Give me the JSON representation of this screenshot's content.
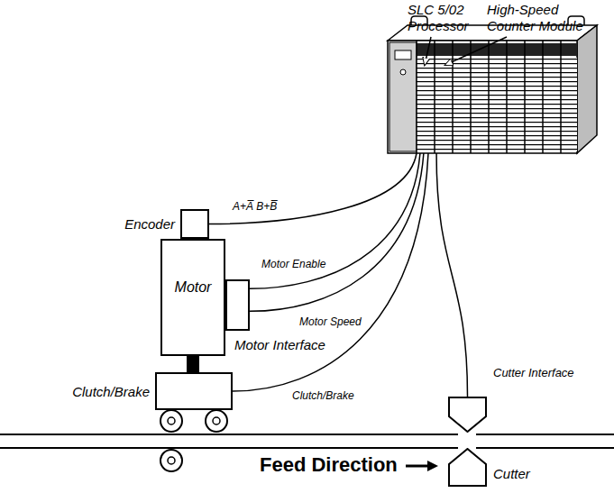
{
  "diagram": {
    "nodes": [
      {
        "text": [
          "SLC 5/02 Processor",
          "High-Speed Counter Module"
        ]
      },
      {
        "text": [
          "Encoder"
        ]
      },
      {
        "text": [
          "Motor"
        ]
      },
      {
        "text": [
          "Motor Interface"
        ]
      },
      {
        "text": [
          "Clutch/Brake"
        ]
      },
      {
        "text": [
          "Cutter Interface"
        ]
      },
      {
        "text": [
          "Cutter"
        ]
      }
    ],
    "edges": [
      {
        "from": 0,
        "to": 1,
        "arrow": "none",
        "label": "A+A̅ B+B̅"
      },
      {
        "from": 0,
        "to": 3,
        "arrow": "none",
        "label": "Motor Enable"
      },
      {
        "from": 0,
        "to": 3,
        "arrow": "none",
        "label": "Motor Speed"
      },
      {
        "from": 0,
        "to": 4,
        "arrow": "none",
        "label": "Clutch/Brake"
      },
      {
        "from": 0,
        "to": 5,
        "arrow": "none"
      }
    ],
    "labels": [
      "Feed Direction"
    ]
  }
}
